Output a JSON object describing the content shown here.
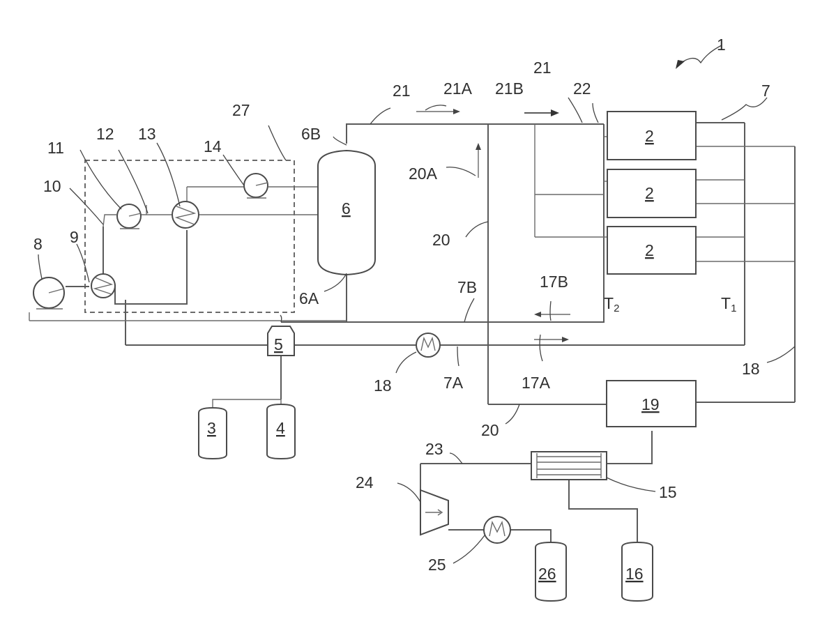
{
  "diagram": {
    "ref_main": "1",
    "modules": [
      "2",
      "2",
      "2"
    ],
    "tanks": {
      "t3": "3",
      "t4": "4",
      "t16": "16",
      "t26": "26"
    },
    "vessel": {
      "id": "6",
      "bottom": "6A",
      "top": "6B"
    },
    "mixer": "5",
    "unit19": "19",
    "exchanger": "15",
    "labels": {
      "l7": "7",
      "l7A": "7A",
      "l7B": "7B",
      "l8": "8",
      "l9": "9",
      "l10": "10",
      "l11": "11",
      "l12": "12",
      "l13": "13",
      "l14": "14",
      "l17A": "17A",
      "l17B": "17B",
      "l18a": "18",
      "l18b": "18",
      "l20a": "20",
      "l20b": "20",
      "l20A": "20A",
      "l21a": "21",
      "l21b": "21",
      "l21A": "21A",
      "l21B": "21B",
      "l22": "22",
      "l23": "23",
      "l24": "24",
      "l25": "25",
      "l27": "27",
      "T1": "T",
      "T1sub": "1",
      "T2": "T",
      "T2sub": "2"
    }
  }
}
